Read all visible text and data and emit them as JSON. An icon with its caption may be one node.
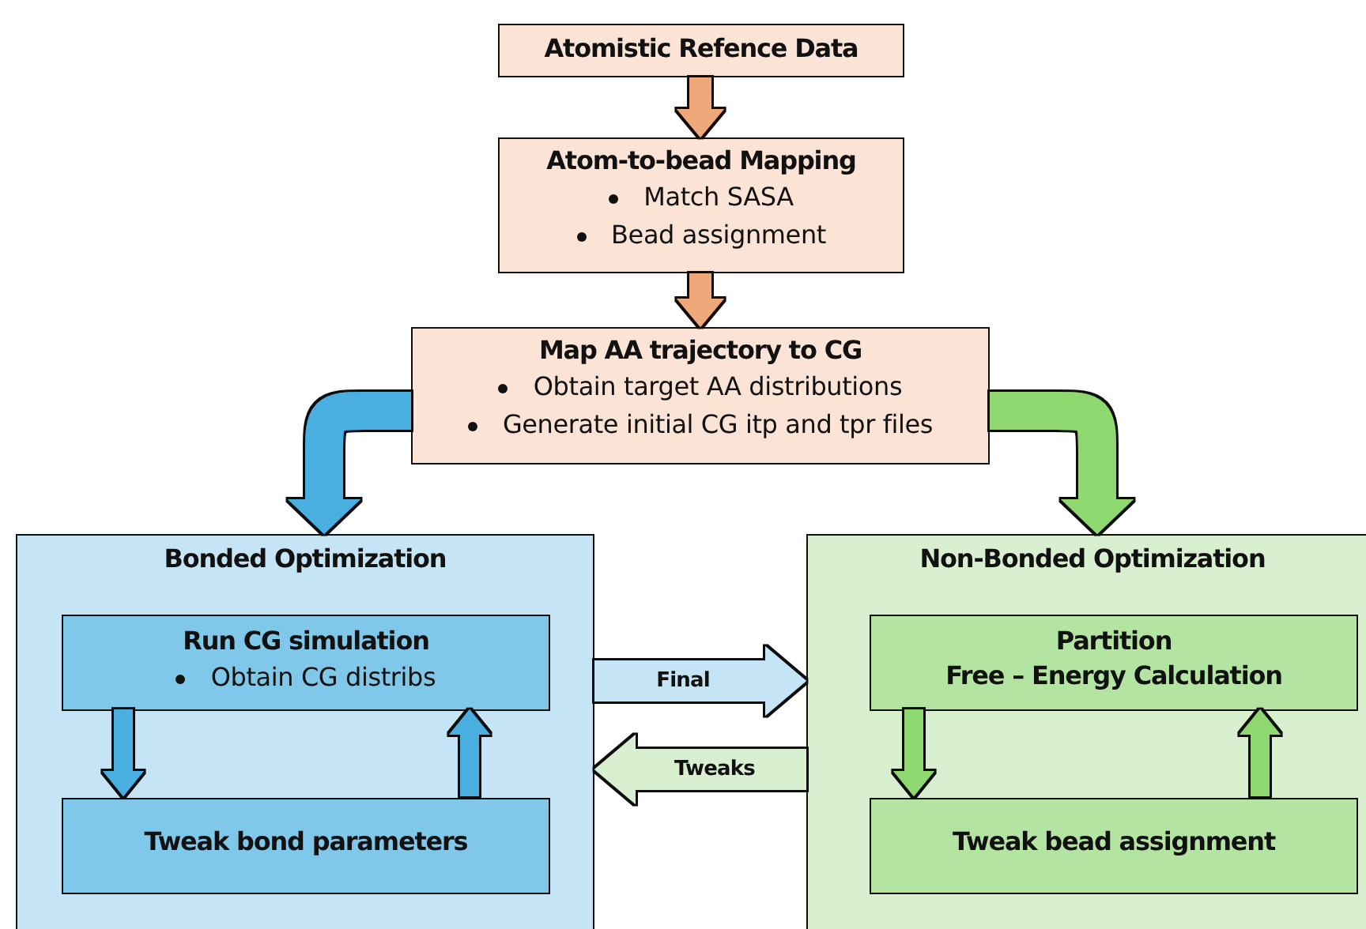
{
  "diagram": {
    "nodes": [
      {
        "text": [
          "Atomistic Refence Data"
        ]
      },
      {
        "text": [
          "Atom-to-bead Mapping",
          "Match SASA",
          "Bead assignment"
        ]
      },
      {
        "text": [
          "Map AA trajectory to CG",
          "Obtain target AA distributions",
          "Generate initial CG itp and tpr files"
        ]
      },
      {
        "text": [
          "Bonded Optimization"
        ]
      },
      {
        "text": [
          "Run CG simulation",
          "Obtain CG distribs"
        ],
        "in": 3
      },
      {
        "text": [
          "Tweak bond parameters"
        ],
        "in": 3
      },
      {
        "text": [
          "Non-Bonded Optimization"
        ]
      },
      {
        "text": [
          "Partition",
          "Free – Energy Calculation"
        ],
        "in": 6
      },
      {
        "text": [
          "Tweak bead assignment"
        ],
        "in": 6
      }
    ],
    "edges": [
      {
        "from": 0,
        "to": 1,
        "arrow": "to",
        "color": "#f0a87a"
      },
      {
        "from": 1,
        "to": 2,
        "arrow": "to",
        "color": "#f0a87a"
      },
      {
        "from": 2,
        "to": 3,
        "arrow": "to",
        "color": "#4aaee0"
      },
      {
        "from": 2,
        "to": 6,
        "arrow": "to",
        "color": "#8fd86f"
      },
      {
        "from": 3,
        "to": 6,
        "arrow": "to",
        "label": "Final",
        "style": "thick",
        "color": "#c5e4f5"
      },
      {
        "from": 6,
        "to": 3,
        "arrow": "to",
        "label": "Tweaks",
        "style": "thick",
        "color": "#d9f0d0"
      },
      {
        "from": 4,
        "to": 5,
        "arrow": "to",
        "color": "#4aaee0"
      },
      {
        "from": 5,
        "to": 4,
        "arrow": "to",
        "color": "#4aaee0"
      },
      {
        "from": 7,
        "to": 8,
        "arrow": "to",
        "color": "#8fd86f"
      },
      {
        "from": 8,
        "to": 7,
        "arrow": "to",
        "color": "#8fd86f"
      }
    ]
  }
}
